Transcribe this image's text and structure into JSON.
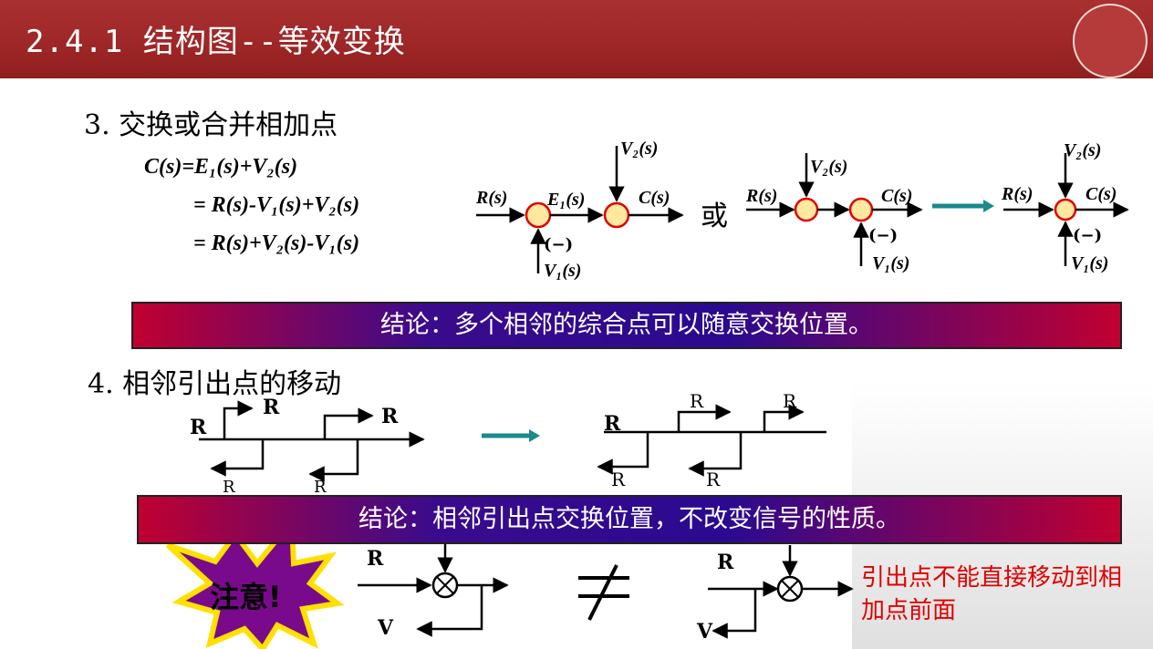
{
  "header": {
    "title": "2.4.1 结构图--等效变换"
  },
  "section3": {
    "heading": "3.  交换或合并相加点",
    "eq1": "C(s)=E₁(s)+V₂(s)",
    "eq2": "= R(s)-V₁(s)+V₂(s)",
    "eq3": "= R(s)+V₂(s)-V₁(s)",
    "or_label": "或",
    "labels": {
      "R": "R(s)",
      "E1": "E₁(s)",
      "C": "C(s)",
      "V1": "V₁(s)",
      "V2": "V₂(s)",
      "minus": "(−)"
    },
    "conclusion": "结论：多个相邻的综合点可以随意交换位置。"
  },
  "section4": {
    "heading": "4.  相邻引出点的移动",
    "signal": "R",
    "conclusion": "结论：相邻引出点交换位置，不改变信号的性质。"
  },
  "warning": {
    "badge": "注意!",
    "R": "R",
    "V": "V",
    "note": "引出点不能直接移动到相加点前面"
  },
  "colors": {
    "header": "#9e2626",
    "junction_fill": "#ffe8a0",
    "junction_stroke": "#e00000",
    "arrow_teal": "#1a8a8a",
    "warn_red": "#e00000"
  }
}
